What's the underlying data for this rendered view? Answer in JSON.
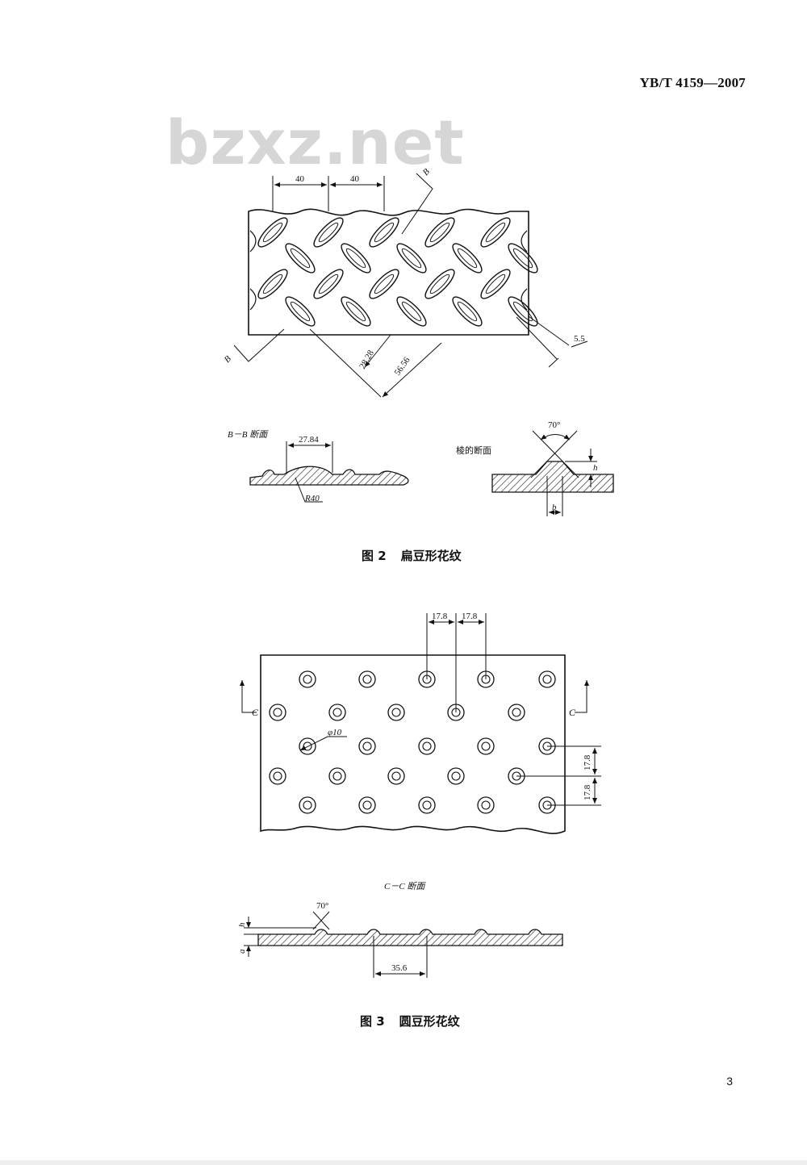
{
  "header": {
    "standard_code": "YB/T 4159—2007"
  },
  "watermark": {
    "text": "bzxz.net"
  },
  "figure2": {
    "caption_number": "图 2",
    "caption_title": "扁豆形花纹",
    "dim_top_1": "40",
    "dim_top_2": "40",
    "dim_diag_1": "28.28",
    "dim_diag_2": "56.56",
    "dim_right": "5.5",
    "section_letter": "B",
    "section_label": "B－B 断面",
    "section_dim": "27.84",
    "section_radius": "R40",
    "rib_label": "棱的断面",
    "rib_angle": "70°",
    "rib_h": "h",
    "rib_b": "b"
  },
  "figure3": {
    "caption_number": "图 3",
    "caption_title": "圆豆形花纹",
    "dim_top_1": "17.8",
    "dim_top_2": "17.8",
    "dim_right_1": "17.8",
    "dim_right_2": "17.8",
    "diameter": "φ10",
    "section_letter": "C",
    "section_label": "C－C 断面",
    "section_angle": "70°",
    "section_h": "h",
    "section_a": "a",
    "section_pitch": "35.6"
  },
  "footer": {
    "page_number": "3"
  }
}
